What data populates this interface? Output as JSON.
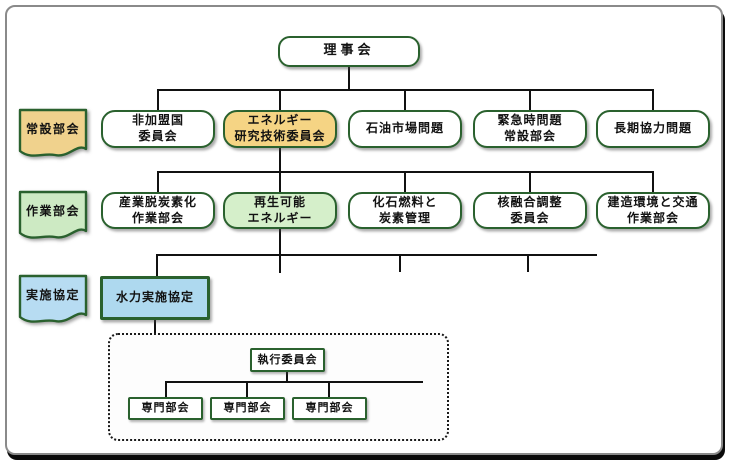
{
  "org": {
    "root": "理事会",
    "row_labels": {
      "standing": "常設部会",
      "working": "作業部会",
      "implementing": "実施協定"
    },
    "standing_committees": [
      "非加盟国\n委員会",
      "エネルギー\n研究技術委員会",
      "石油市場問題",
      "緊急時問題\n常設部会",
      "長期協力問題"
    ],
    "working_parties": [
      "産業脱炭素化\n作業部会",
      "再生可能\nエネルギー",
      "化石燃料と\n炭素管理",
      "核融合調整\n委員会",
      "建造環境と交通\n作業部会"
    ],
    "implementing_agreement": "水力実施協定",
    "executive_committee": "執行委員会",
    "subcommittees": [
      "専門部会",
      "専門部会",
      "専門部会"
    ],
    "colors": {
      "node_border_green": "#2a612e",
      "connector_black": "#111111",
      "highlight_orange": "#f5d484",
      "highlight_green": "#d5efca",
      "highlight_blue": "#aed9ef",
      "flag_orange": "#f0d28d",
      "flag_green": "#cdeac3",
      "flag_blue": "#b7dcf2",
      "frame_gray": "#8a8a8a"
    }
  }
}
